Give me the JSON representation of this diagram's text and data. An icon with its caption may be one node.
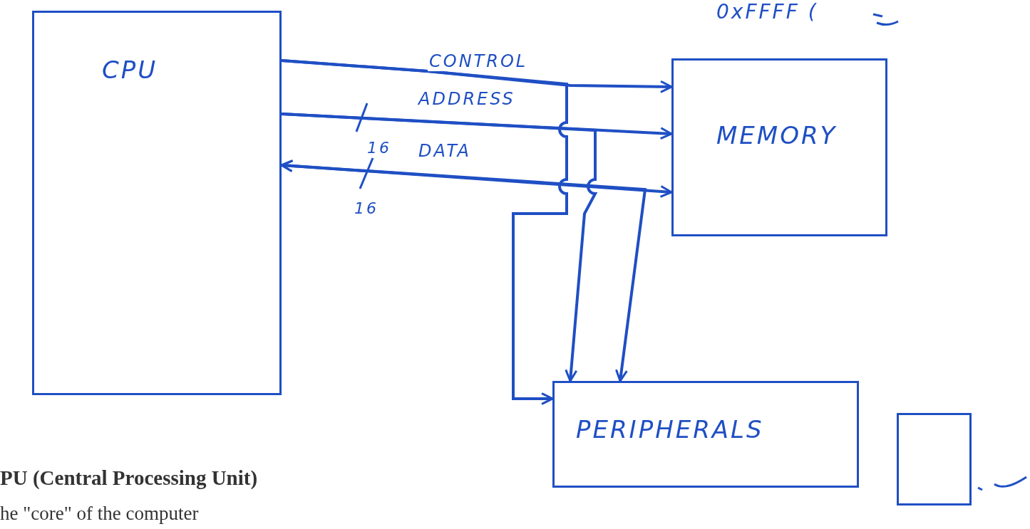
{
  "diagram": {
    "nodes": [
      {
        "text": [
          "CPU"
        ]
      },
      {
        "text": [
          "MEMORY"
        ]
      },
      {
        "text": [
          "PERIPHERALS"
        ]
      },
      {
        "text": [],
        "shape": "box"
      }
    ],
    "edges": [
      {
        "from": 0,
        "to": 1,
        "arrow": "to",
        "label": "CONTROL"
      },
      {
        "from": 0,
        "to": 1,
        "arrow": "to",
        "label": "ADDRESS"
      },
      {
        "from": 0,
        "to": 1,
        "arrow": "both",
        "label": "DATA"
      },
      {
        "from": 0,
        "to": 2,
        "arrow": "to"
      },
      {
        "from": 0,
        "to": 2,
        "arrow": "to"
      },
      {
        "from": 0,
        "to": 2,
        "arrow": "both"
      }
    ],
    "labels": [
      "16",
      "16",
      "0xFFFF (",
      "PU (Central Processing Unit)",
      "he \"core\" of the computer"
    ]
  }
}
